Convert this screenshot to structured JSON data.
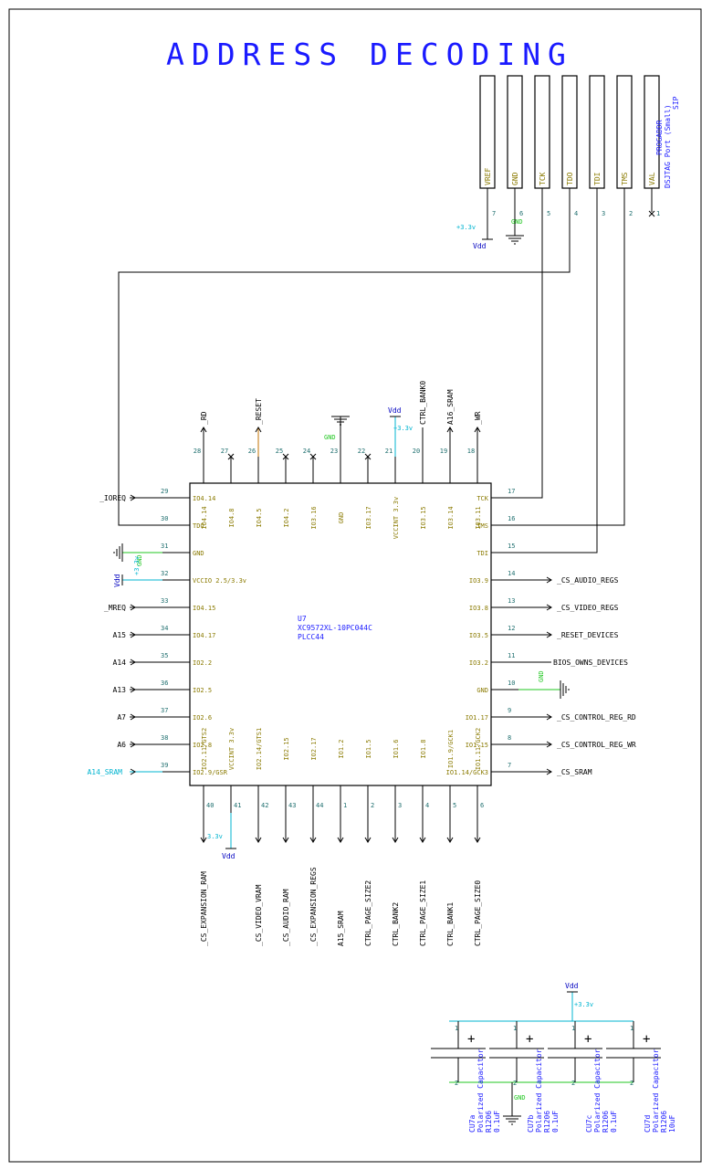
{
  "title": "ADDRESS DECODING",
  "colors": {
    "wire": "#000000",
    "pin_number": "#1f6f6f",
    "pin_name": "#8a7a00",
    "part_label": "#1a1aff",
    "title": "#1a1aff",
    "power_label": "#00b4d0",
    "ground_label": "#22c722",
    "vdd": "#0000c0",
    "reset_wire": "#c07000"
  },
  "connector": {
    "name": "PROGADDR",
    "desc1": "DSJTAG Port (Small)",
    "desc2": "SIP",
    "pins": [
      {
        "num": "7",
        "name": "VREF"
      },
      {
        "num": "6",
        "name": "GND"
      },
      {
        "num": "5",
        "name": "TCK"
      },
      {
        "num": "4",
        "name": "TDO"
      },
      {
        "num": "3",
        "name": "TDI"
      },
      {
        "num": "2",
        "name": "TMS"
      },
      {
        "num": "1",
        "name": "VAL"
      }
    ]
  },
  "chip": {
    "ref": "U7",
    "part": "XC9572XL-10PC044C",
    "package": "PLCC44",
    "top_pins": [
      {
        "num": "28",
        "name": "IO4.14",
        "net": "_RD"
      },
      {
        "num": "27",
        "name": "IO4.8",
        "net": ""
      },
      {
        "num": "26",
        "name": "IO4.5",
        "net": "_RESET"
      },
      {
        "num": "25",
        "name": "IO4.2",
        "net": ""
      },
      {
        "num": "24",
        "name": "IO3.16",
        "net": ""
      },
      {
        "num": "23",
        "name": "GND",
        "net": ""
      },
      {
        "num": "22",
        "name": "IO3.17",
        "net": ""
      },
      {
        "num": "21",
        "name": "VCCINT 3.3v",
        "net": ""
      },
      {
        "num": "20",
        "name": "IO3.15",
        "net": "CTRL_BANK0"
      },
      {
        "num": "19",
        "name": "IO3.14",
        "net": "A16_SRAM"
      },
      {
        "num": "18",
        "name": "IO3.11",
        "net": "_WR"
      }
    ],
    "left_pins": [
      {
        "num": "29",
        "name": "IO4.14",
        "net": "_IOREQ"
      },
      {
        "num": "30",
        "name": "TDO",
        "net": ""
      },
      {
        "num": "31",
        "name": "GND",
        "net": ""
      },
      {
        "num": "32",
        "name": "VCCIO 2.5/3.3v",
        "net": ""
      },
      {
        "num": "33",
        "name": "IO4.15",
        "net": "_MREQ"
      },
      {
        "num": "34",
        "name": "IO4.17",
        "net": "A15"
      },
      {
        "num": "35",
        "name": "IO2.2",
        "net": "A14"
      },
      {
        "num": "36",
        "name": "IO2.5",
        "net": "A13"
      },
      {
        "num": "37",
        "name": "IO2.6",
        "net": "A7"
      },
      {
        "num": "38",
        "name": "IO2.8",
        "net": "A6"
      },
      {
        "num": "39",
        "name": "IO2.9/GSR",
        "net": "A14_SRAM"
      }
    ],
    "right_pins": [
      {
        "num": "17",
        "name": "TCK",
        "net": ""
      },
      {
        "num": "16",
        "name": "TMS",
        "net": ""
      },
      {
        "num": "15",
        "name": "TDI",
        "net": ""
      },
      {
        "num": "14",
        "name": "IO3.9",
        "net": "_CS_AUDIO_REGS"
      },
      {
        "num": "13",
        "name": "IO3.8",
        "net": "_CS_VIDEO_REGS"
      },
      {
        "num": "12",
        "name": "IO3.5",
        "net": "_RESET_DEVICES"
      },
      {
        "num": "11",
        "name": "IO3.2",
        "net": "BIOS_OWNS_DEVICES"
      },
      {
        "num": "10",
        "name": "GND",
        "net": ""
      },
      {
        "num": "9",
        "name": "IO1.17",
        "net": "_CS_CONTROL_REG_RD"
      },
      {
        "num": "8",
        "name": "IO1.15",
        "net": "_CS_CONTROL_REG_WR"
      },
      {
        "num": "7",
        "name": "IO1.14/GCK3",
        "net": "_CS_SRAM"
      }
    ],
    "bottom_pins": [
      {
        "num": "40",
        "name": "IO2.11/GTS2",
        "net": "_CS_EXPANSION_RAM"
      },
      {
        "num": "41",
        "name": "VCCINT 3.3v",
        "net": ""
      },
      {
        "num": "42",
        "name": "IO2.14/GTS1",
        "net": "_CS_VIDEO_VRAM"
      },
      {
        "num": "43",
        "name": "IO2.15",
        "net": "_CS_AUDIO_RAM"
      },
      {
        "num": "44",
        "name": "IO2.17",
        "net": "_CS_EXPANSION_REGS"
      },
      {
        "num": "1",
        "name": "IO1.2",
        "net": "A15_SRAM"
      },
      {
        "num": "2",
        "name": "IO1.5",
        "net": "CTRL_PAGE_SIZE2"
      },
      {
        "num": "3",
        "name": "IO1.6",
        "net": "CTRL_BANK2"
      },
      {
        "num": "4",
        "name": "IO1.8",
        "net": "CTRL_PAGE_SIZE1"
      },
      {
        "num": "5",
        "name": "IO1.9/GCK1",
        "net": "CTRL_BANK1"
      },
      {
        "num": "6",
        "name": "IO1.11/GCK2",
        "net": "CTRL_PAGE_SIZE0"
      }
    ]
  },
  "power": {
    "plus33": "+3.3v",
    "plus33_short": "3.3v",
    "vdd": "Vdd",
    "gnd": "GND"
  },
  "capacitors": {
    "pin1": "1",
    "pin2": "2",
    "plus": "+",
    "items": [
      {
        "ref": "CU7a",
        "type": "Polarized Capacitor",
        "pkg": "R1206",
        "value": "0.1uF"
      },
      {
        "ref": "CU7b",
        "type": "Polarized Capacitor",
        "pkg": "R1206",
        "value": "0.1uF"
      },
      {
        "ref": "CU7c",
        "type": "Polarized Capacitor",
        "pkg": "R1206",
        "value": "0.1uF"
      },
      {
        "ref": "CU7d",
        "type": "Polarized Capacitor",
        "pkg": "R1206",
        "value": "10uF"
      }
    ]
  }
}
